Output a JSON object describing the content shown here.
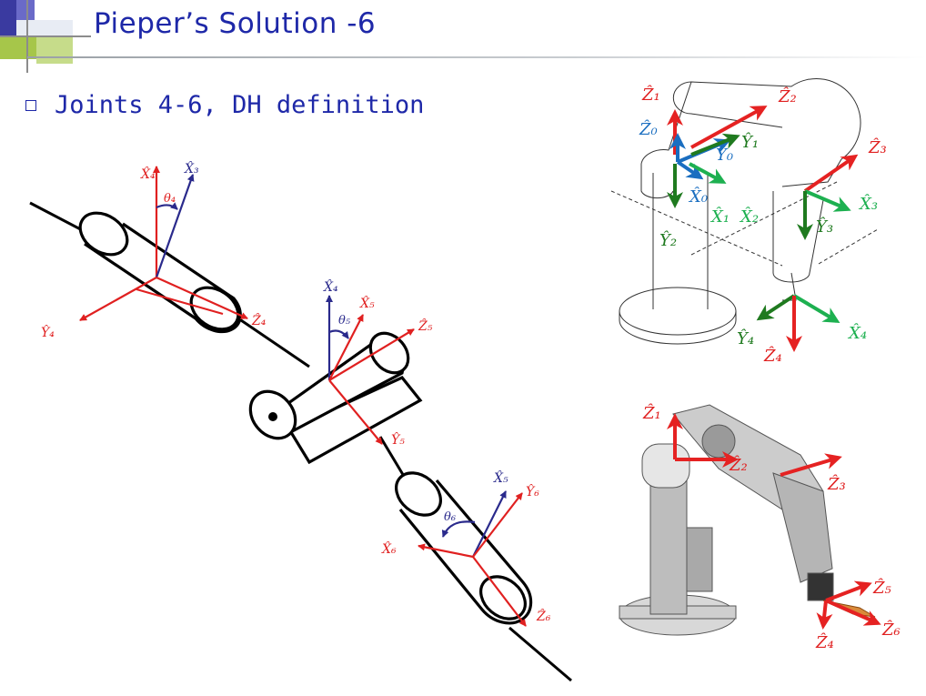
{
  "slide": {
    "title": "Pieper’s Solution -6",
    "bullet": "Joints 4-6, DH definition"
  },
  "colors": {
    "title": "#1e28a8",
    "axis_red": "#e02020",
    "axis_blue": "#2a2a8c",
    "axis_green": "#1f7a1f",
    "axis_cyan": "#1a6ec0",
    "axis_teal_green": "#1db050"
  },
  "diagram": {
    "left": {
      "joint4": {
        "x4": "X̂₄",
        "x3": "X̂₃",
        "y4": "Ŷ₄",
        "z4": "Ẑ₄",
        "theta": "θ₄"
      },
      "joint5": {
        "x4": "X̂₄",
        "x5": "X̂₅",
        "z5": "Ẑ₅",
        "y5": "Ŷ₅",
        "theta": "θ₅"
      },
      "joint6": {
        "x5": "X̂₅",
        "y6": "Ŷ₆",
        "x6": "X̂₆",
        "z6": "Ẑ₆",
        "theta": "θ₆"
      }
    },
    "top_right": {
      "z1": "Ẑ₁",
      "z2": "Ẑ₂",
      "z0": "Ẑ₀",
      "y0": "Ŷ₀",
      "y1": "Ŷ₁",
      "z3": "Ẑ₃",
      "x0": "X̂₀",
      "x1": "X̂₁",
      "x2": "X̂₂",
      "x3": "X̂₃",
      "y2": "Ŷ₂",
      "y3": "Ŷ₃",
      "y4": "Ŷ₄",
      "x4": "X̂₄",
      "z4": "Ẑ₄"
    },
    "bottom_right": {
      "z1": "Ẑ₁",
      "z2": "Ẑ₂",
      "z3": "Ẑ₃",
      "z5": "Ẑ₅",
      "z6": "Ẑ₆",
      "z4": "Ẑ₄"
    }
  }
}
